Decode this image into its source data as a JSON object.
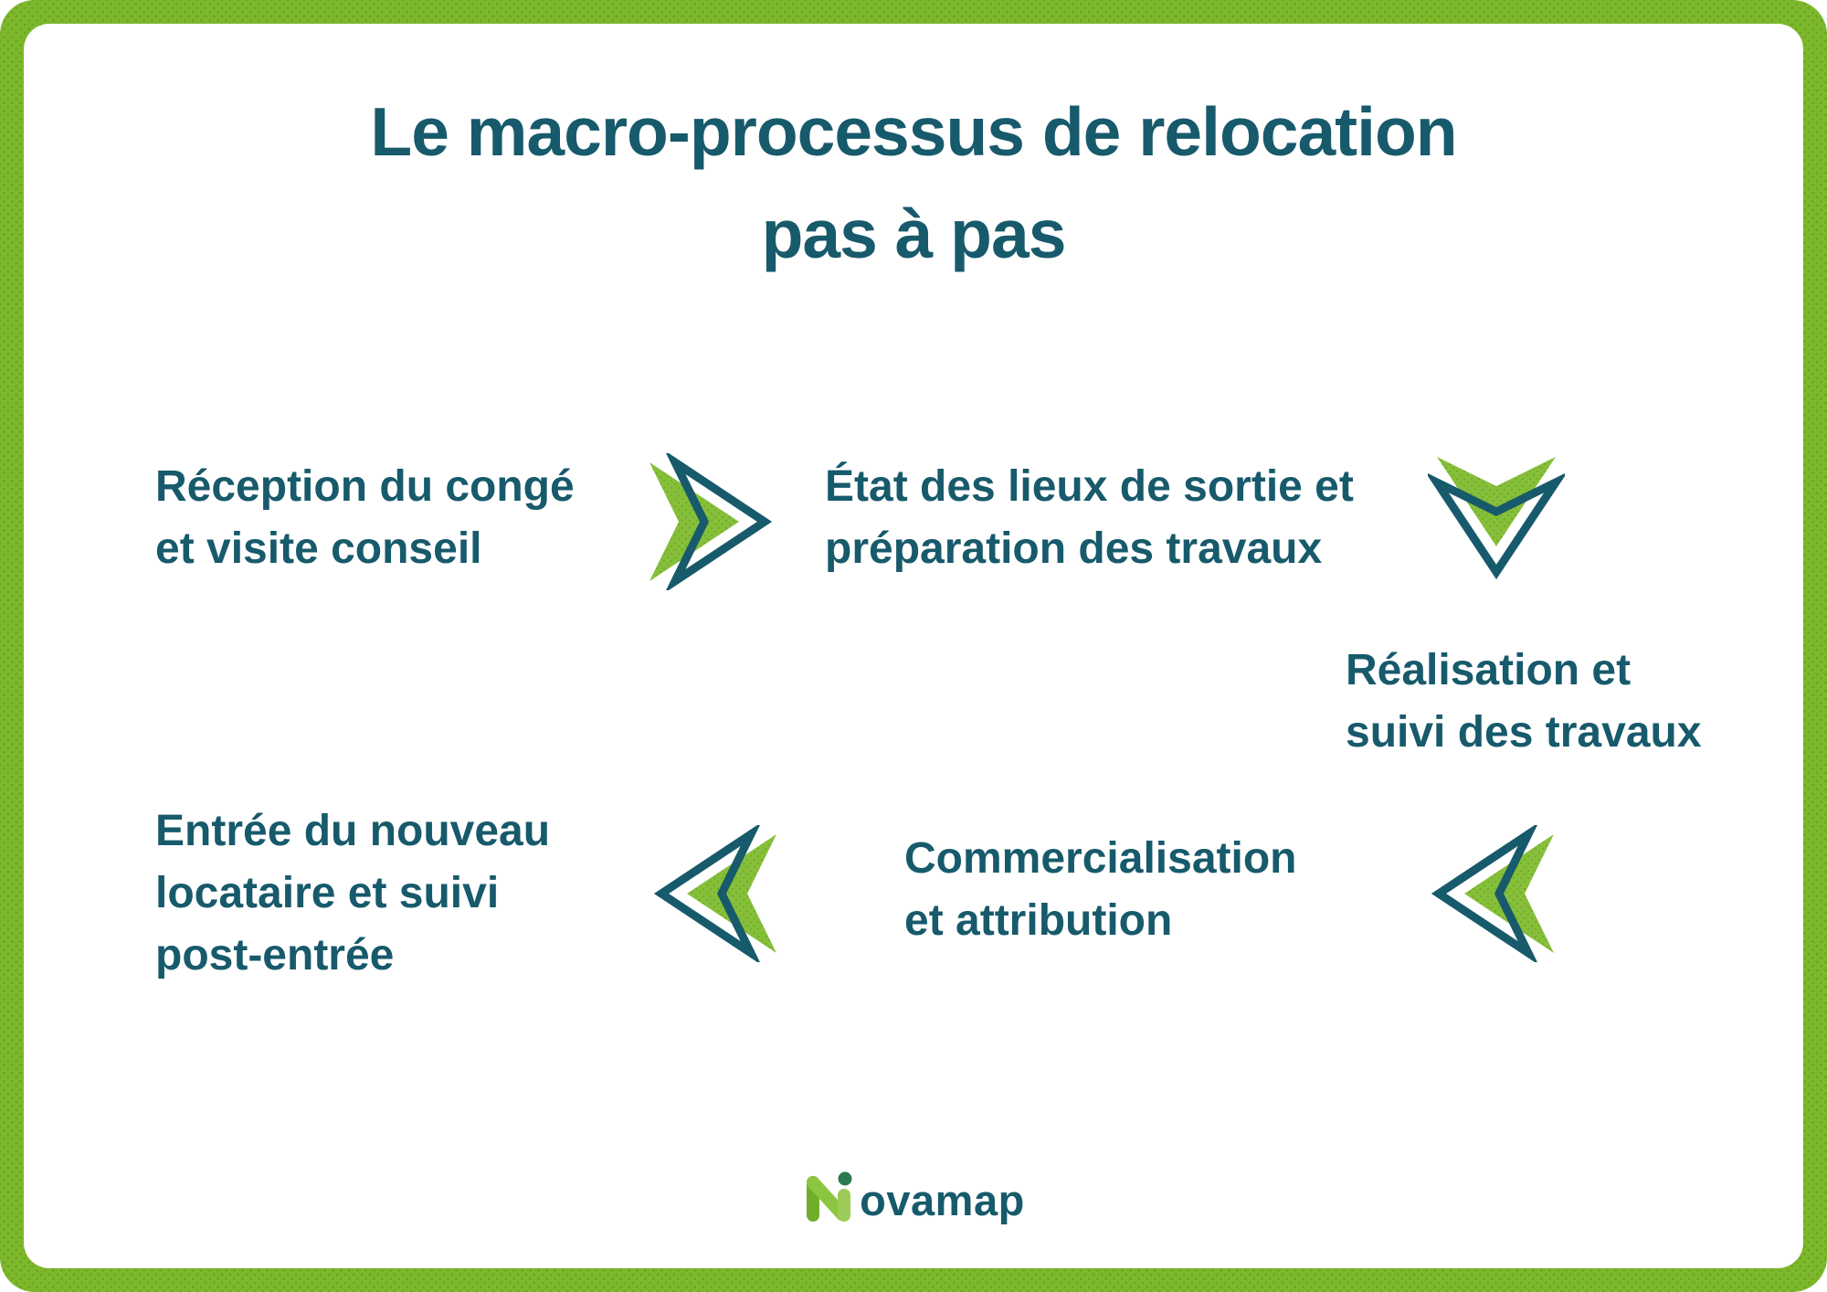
{
  "title": {
    "line1": "Le macro-processus de relocation",
    "line2": "pas à pas"
  },
  "steps": [
    {
      "name": "reception-du-conge",
      "lines": [
        "Réception du congé",
        "et visite conseil"
      ]
    },
    {
      "name": "etat-des-lieux-sortie",
      "lines": [
        "État des lieux de sortie et",
        "préparation des travaux"
      ]
    },
    {
      "name": "realisation-suivi-travaux",
      "lines": [
        "Réalisation et",
        "suivi des travaux"
      ]
    },
    {
      "name": "commercialisation-attribution",
      "lines": [
        "Commercialisation",
        "et attribution"
      ]
    },
    {
      "name": "entree-nouveau-locataire",
      "lines": [
        "Entrée du nouveau",
        "locataire et suivi",
        "post-entrée"
      ]
    }
  ],
  "arrows": [
    {
      "icon": "chevron-right-icon",
      "direction": "right"
    },
    {
      "icon": "chevron-down-icon",
      "direction": "down"
    },
    {
      "icon": "chevron-left-icon",
      "direction": "left"
    },
    {
      "icon": "chevron-left-icon",
      "direction": "left"
    }
  ],
  "logo": {
    "brand": "Novamap",
    "mark_letter": "N",
    "wordmark_rest": "ovamap"
  },
  "colors": {
    "text_teal": "#175a6b",
    "frame_green": "#7cb82a",
    "frame_dot_green": "#6da627",
    "arrow_green": "#86bf39",
    "arrow_outline_teal": "#175a6b",
    "logo_n_left": "#6fae2b",
    "logo_n_diagonal": "#8cc63f",
    "logo_n_right": "#9ecb57",
    "logo_n_dot": "#2c7a52",
    "background": "#ffffff"
  }
}
